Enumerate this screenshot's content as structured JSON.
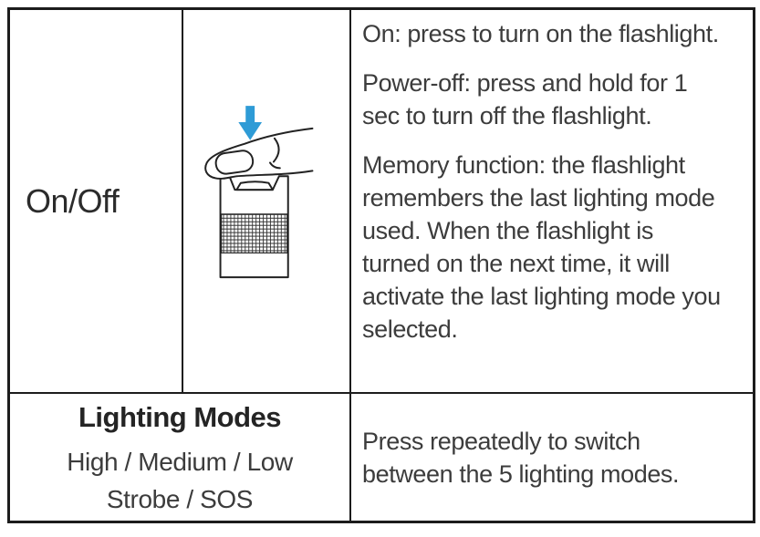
{
  "colors": {
    "arrow_blue": "#2e9bd6",
    "line_black": "#222222",
    "border": "#1c1c1c",
    "text_gray": "#3c3c3c"
  },
  "on_off_row": {
    "label": "On/Off",
    "illustration_alt": "finger pressing flashlight top switch with downward arrow",
    "para_on": "On: press to turn on the flashlight.",
    "para_power_off": "Power-off: press and hold for 1 sec to turn off the flashlight.",
    "para_memory": "Memory function: the flashlight remembers the last lighting mode used. When the flashlight is turned on the next time, it will activate the last lighting mode you selected."
  },
  "lighting_row": {
    "title": "Lighting Modes",
    "modes_line_1": "High / Medium / Low",
    "modes_line_2": "Strobe / SOS",
    "description": "Press repeatedly to switch between the 5 lighting modes."
  }
}
